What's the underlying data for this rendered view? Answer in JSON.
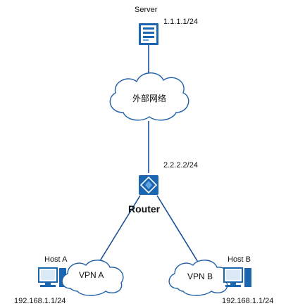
{
  "diagram": {
    "server": {
      "label": "Server",
      "ip": "1.1.1.1/24"
    },
    "external_network": {
      "label": "外部网络"
    },
    "router": {
      "label": "Router",
      "ip": "2.2.2.2/24"
    },
    "vpn_a": {
      "label": "VPN A"
    },
    "vpn_b": {
      "label": "VPN B"
    },
    "host_a": {
      "label": "Host A",
      "ip": "192.168.1.1/24"
    },
    "host_b": {
      "label": "Host B",
      "ip": "192.168.1.1/24"
    },
    "colors": {
      "device_blue": "#1b66b1",
      "device_blue_light": "#5fa3e0",
      "cloud_stroke": "#1e5fa8",
      "link": "#1b4f96"
    },
    "icons": {
      "server": "server-icon",
      "router": "router-icon",
      "host": "pc-icon",
      "cloud": "cloud-icon"
    }
  }
}
